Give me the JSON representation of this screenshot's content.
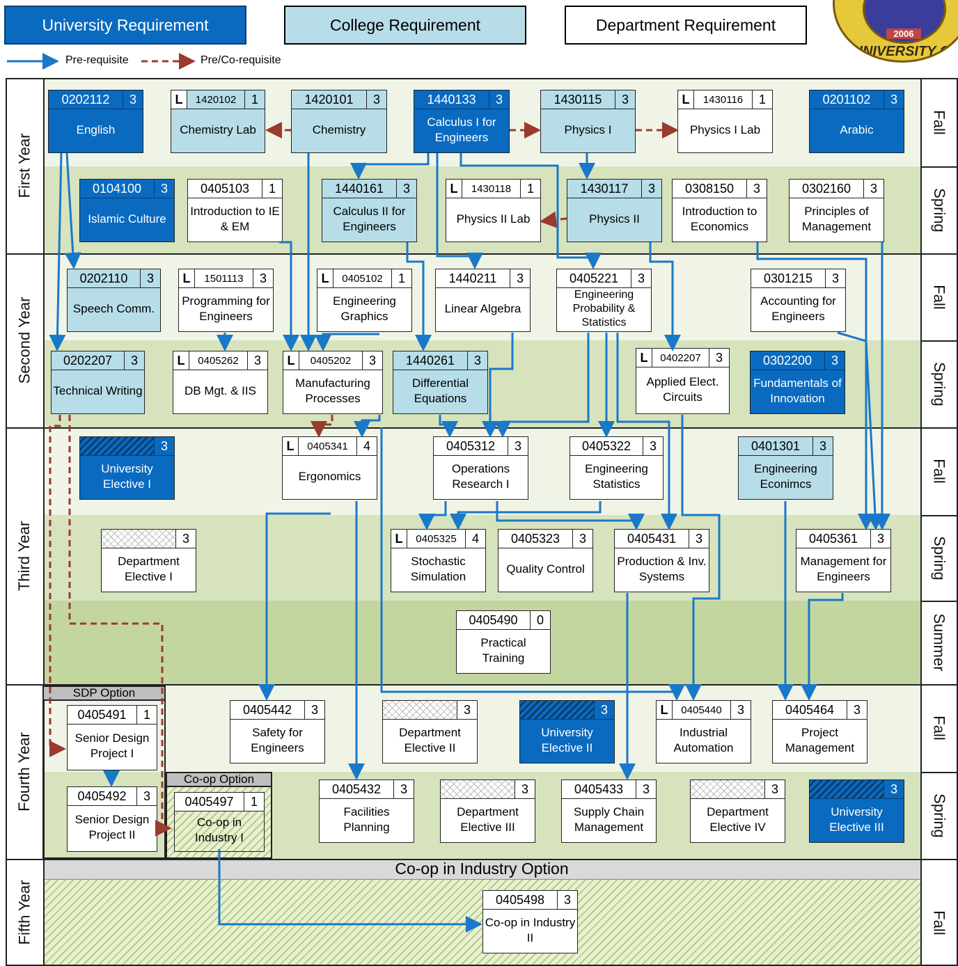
{
  "legend": {
    "university": "University Requirement",
    "college": "College Requirement",
    "department": "Department Requirement",
    "prereq": "Pre-requisite",
    "coreq": "Pre/Co-requisite"
  },
  "logo": {
    "text": "UNIVERSITY OF SHA",
    "year": "2006"
  },
  "years": [
    "First Year",
    "Second Year",
    "Third Year",
    "Fourth Year",
    "Fifth Year"
  ],
  "terms": [
    "Fall",
    "Spring",
    "Fall",
    "Spring",
    "Fall",
    "Spring",
    "Summer",
    "Fall",
    "Spring",
    "Fall"
  ],
  "options": {
    "sdp": "SDP Option",
    "coop": "Co-op Option",
    "coop_industry": "Co-op in Industry Option"
  },
  "courses": [
    {
      "code": "0202112",
      "cr": "3",
      "title": "English",
      "type": "univ"
    },
    {
      "code": "1420102",
      "cr": "1",
      "title": "Chemistry Lab",
      "type": "coll",
      "lab": "L"
    },
    {
      "code": "1420101",
      "cr": "3",
      "title": "Chemistry",
      "type": "coll"
    },
    {
      "code": "1440133",
      "cr": "3",
      "title": "Calculus I for Engineers",
      "type": "univ"
    },
    {
      "code": "1430115",
      "cr": "3",
      "title": "Physics I",
      "type": "coll"
    },
    {
      "code": "1430116",
      "cr": "1",
      "title": "Physics I Lab",
      "type": "dept",
      "lab": "L"
    },
    {
      "code": "0201102",
      "cr": "3",
      "title": "Arabic",
      "type": "univ"
    },
    {
      "code": "0104100",
      "cr": "3",
      "title": "Islamic Culture",
      "type": "univ"
    },
    {
      "code": "0405103",
      "cr": "1",
      "title": "Introduction to IE & EM",
      "type": "dept"
    },
    {
      "code": "1440161",
      "cr": "3",
      "title": "Calculus II for Engineers",
      "type": "coll"
    },
    {
      "code": "1430118",
      "cr": "1",
      "title": "Physics II Lab",
      "type": "dept",
      "lab": "L"
    },
    {
      "code": "1430117",
      "cr": "3",
      "title": "Physics II",
      "type": "coll"
    },
    {
      "code": "0308150",
      "cr": "3",
      "title": "Introduction to Economics",
      "type": "dept"
    },
    {
      "code": "0302160",
      "cr": "3",
      "title": "Principles of Management",
      "type": "dept"
    },
    {
      "code": "0202110",
      "cr": "3",
      "title": "Speech Comm.",
      "type": "coll"
    },
    {
      "code": "1501113",
      "cr": "3",
      "title": "Programming for Engineers",
      "type": "dept",
      "lab": "L"
    },
    {
      "code": "0405102",
      "cr": "1",
      "title": "Engineering Graphics",
      "type": "dept",
      "lab": "L"
    },
    {
      "code": "1440211",
      "cr": "3",
      "title": "Linear Algebra",
      "type": "dept"
    },
    {
      "code": "0405221",
      "cr": "3",
      "title": "Engineering Probability & Statistics",
      "type": "dept"
    },
    {
      "code": "0301215",
      "cr": "3",
      "title": "Accounting for Engineers",
      "type": "dept"
    },
    {
      "code": "0202207",
      "cr": "3",
      "title": "Technical Writing",
      "type": "coll"
    },
    {
      "code": "0405262",
      "cr": "3",
      "title": "DB Mgt. & IIS",
      "type": "dept",
      "lab": "L"
    },
    {
      "code": "0405202",
      "cr": "3",
      "title": "Manufacturing Processes",
      "type": "dept",
      "lab": "L"
    },
    {
      "code": "1440261",
      "cr": "3",
      "title": "Differential Equations",
      "type": "coll"
    },
    {
      "code": "0402207",
      "cr": "3",
      "title": "Applied Elect. Circuits",
      "type": "dept",
      "lab": "L"
    },
    {
      "code": "0302200",
      "cr": "3",
      "title": "Fundamentals of Innovation",
      "type": "univ"
    },
    {
      "code": "",
      "cr": "3",
      "title": "University Elective I",
      "type": "univ",
      "hatch": "blue"
    },
    {
      "code": "0405341",
      "cr": "4",
      "title": "Ergonomics",
      "type": "dept",
      "lab": "L"
    },
    {
      "code": "0405312",
      "cr": "3",
      "title": "Operations Research I",
      "type": "dept"
    },
    {
      "code": "0405322",
      "cr": "3",
      "title": "Engineering Statistics",
      "type": "dept"
    },
    {
      "code": "0401301",
      "cr": "3",
      "title": "Engineering Econimcs",
      "type": "coll"
    },
    {
      "code": "",
      "cr": "3",
      "title": "Department Elective I",
      "type": "dept",
      "hatch": "x"
    },
    {
      "code": "0405325",
      "cr": "4",
      "title": "Stochastic Simulation",
      "type": "dept",
      "lab": "L"
    },
    {
      "code": "0405323",
      "cr": "3",
      "title": "Quality Control",
      "type": "dept"
    },
    {
      "code": "0405431",
      "cr": "3",
      "title": "Production & Inv. Systems",
      "type": "dept"
    },
    {
      "code": "0405361",
      "cr": "3",
      "title": "Management for Engineers",
      "type": "dept"
    },
    {
      "code": "0405490",
      "cr": "0",
      "title": "Practical Training",
      "type": "dept"
    },
    {
      "code": "0405491",
      "cr": "1",
      "title": "Senior Design Project I",
      "type": "dept"
    },
    {
      "code": "0405442",
      "cr": "3",
      "title": "Safety for Engineers",
      "type": "dept"
    },
    {
      "code": "",
      "cr": "3",
      "title": "Department Elective II",
      "type": "dept",
      "hatch": "x"
    },
    {
      "code": "",
      "cr": "3",
      "title": "University Elective II",
      "type": "univ",
      "hatch": "blue"
    },
    {
      "code": "0405440",
      "cr": "3",
      "title": "Industrial Automation",
      "type": "dept",
      "lab": "L"
    },
    {
      "code": "0405464",
      "cr": "3",
      "title": "Project Management",
      "type": "dept"
    },
    {
      "code": "0405492",
      "cr": "3",
      "title": "Senior Design Project II",
      "type": "dept"
    },
    {
      "code": "0405497",
      "cr": "1",
      "title": "Co-op in Industry I",
      "type": "dept"
    },
    {
      "code": "0405432",
      "cr": "3",
      "title": "Facilities Planning",
      "type": "dept"
    },
    {
      "code": "",
      "cr": "3",
      "title": "Department Elective III",
      "type": "dept",
      "hatch": "x"
    },
    {
      "code": "0405433",
      "cr": "3",
      "title": "Supply Chain Management",
      "type": "dept"
    },
    {
      "code": "",
      "cr": "3",
      "title": "Department Elective IV",
      "type": "dept",
      "hatch": "x"
    },
    {
      "code": "",
      "cr": "3",
      "title": "University Elective III",
      "type": "univ",
      "hatch": "blue"
    },
    {
      "code": "0405498",
      "cr": "3",
      "title": "Co-op in Industry II",
      "type": "dept"
    }
  ]
}
